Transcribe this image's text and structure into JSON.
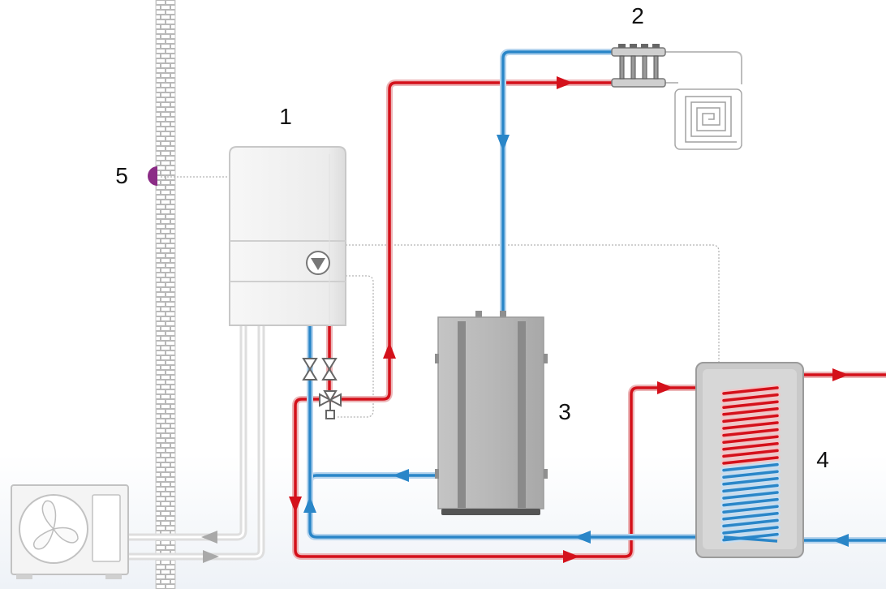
{
  "labels": {
    "boiler": "1",
    "manifold": "2",
    "buffer_tank": "3",
    "hot_water_cylinder": "4",
    "outdoor_sensor": "5"
  },
  "colors": {
    "flow": "#d4111b",
    "return": "#2a86c8",
    "refrigerant": "#c6c6c6",
    "sensor": "#8b2c86",
    "wall": "#d9d9d9",
    "tank": "#b3b3b3"
  },
  "icons": [
    "fan-icon",
    "pump-icon",
    "valve-icon",
    "arrow-icon",
    "spiral-icon",
    "brick-wall"
  ]
}
